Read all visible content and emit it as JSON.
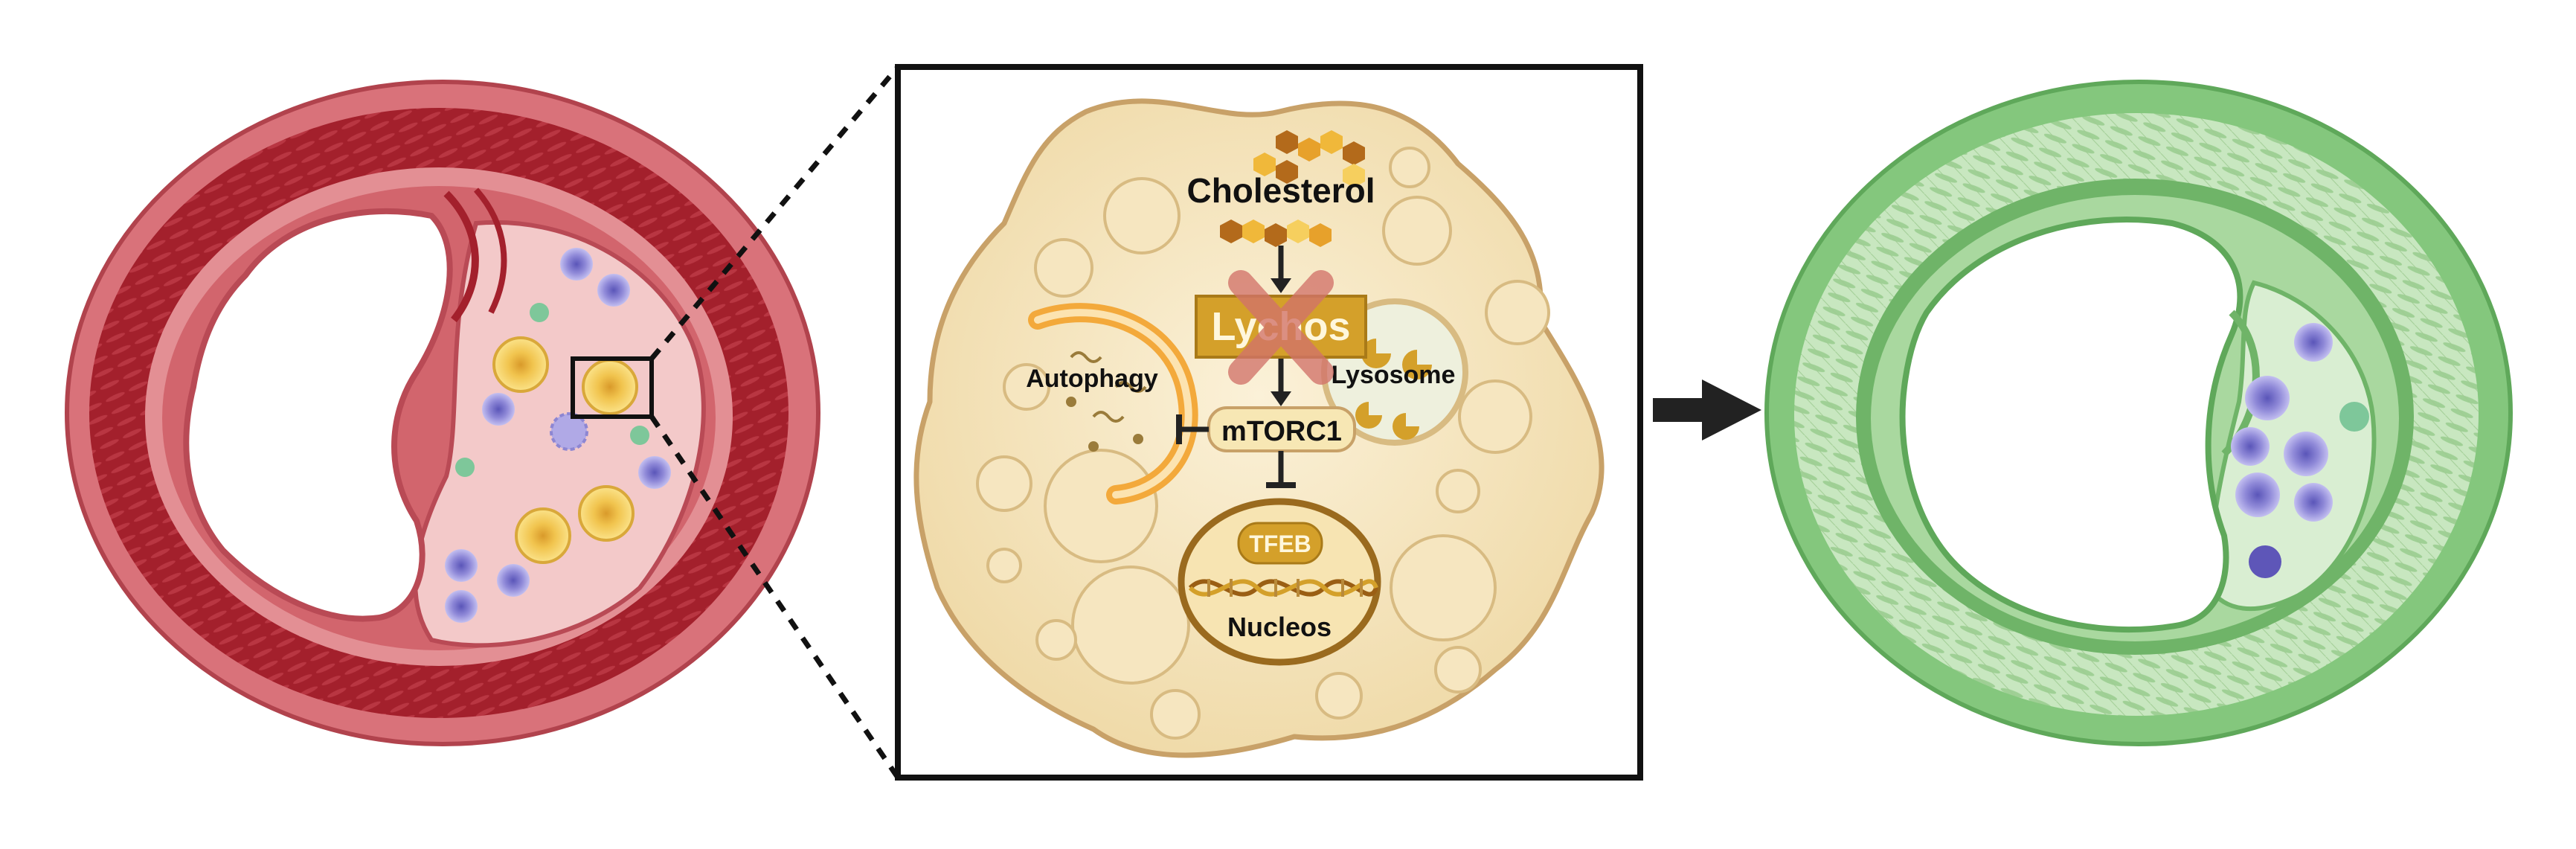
{
  "labels": {
    "cholesterol": "Cholesterol",
    "lychos": "Lychos",
    "autophagy": "Autophagy",
    "lysosome": "Lysosome",
    "mtorc1": "mTORC1",
    "tfeb": "TFEB",
    "nucleus": "Nucleos"
  },
  "colors": {
    "diseased_vessel": "#c94b55",
    "diseased_media": "#a3202c",
    "plaque": "#f3c9c9",
    "healthy_vessel": "#7cc37a",
    "healthy_media": "#b9e0b0",
    "cell_body": "#f4e4be",
    "cell_outline": "#c8a168",
    "lychos_box": "#d4a02a",
    "inhibition_cross": "#d2736a",
    "foam_cell": "#f3d36a",
    "immune_cell": "#a9a2e0",
    "arrow": "#222222"
  },
  "icons": [
    "artery-cross-section-icon",
    "foam-cell-icon",
    "macrophage-icon",
    "lipid-droplet-icon",
    "dna-helix-icon",
    "arrow-right-icon"
  ]
}
